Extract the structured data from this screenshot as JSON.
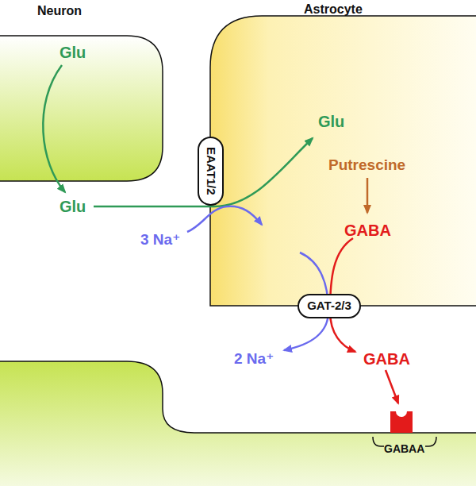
{
  "diagram": {
    "nodes": [
      {
        "text": [
          "EAAT1/2"
        ]
      },
      {
        "text": [
          "GAT-2/3"
        ]
      }
    ],
    "labels": [
      "Neuron",
      "Astrocyte",
      "Glu",
      "Glu",
      "Glu",
      "3 Na⁺",
      "Putrescine",
      "GABA",
      "2 Na⁺",
      "GABA",
      "GABAA"
    ]
  }
}
